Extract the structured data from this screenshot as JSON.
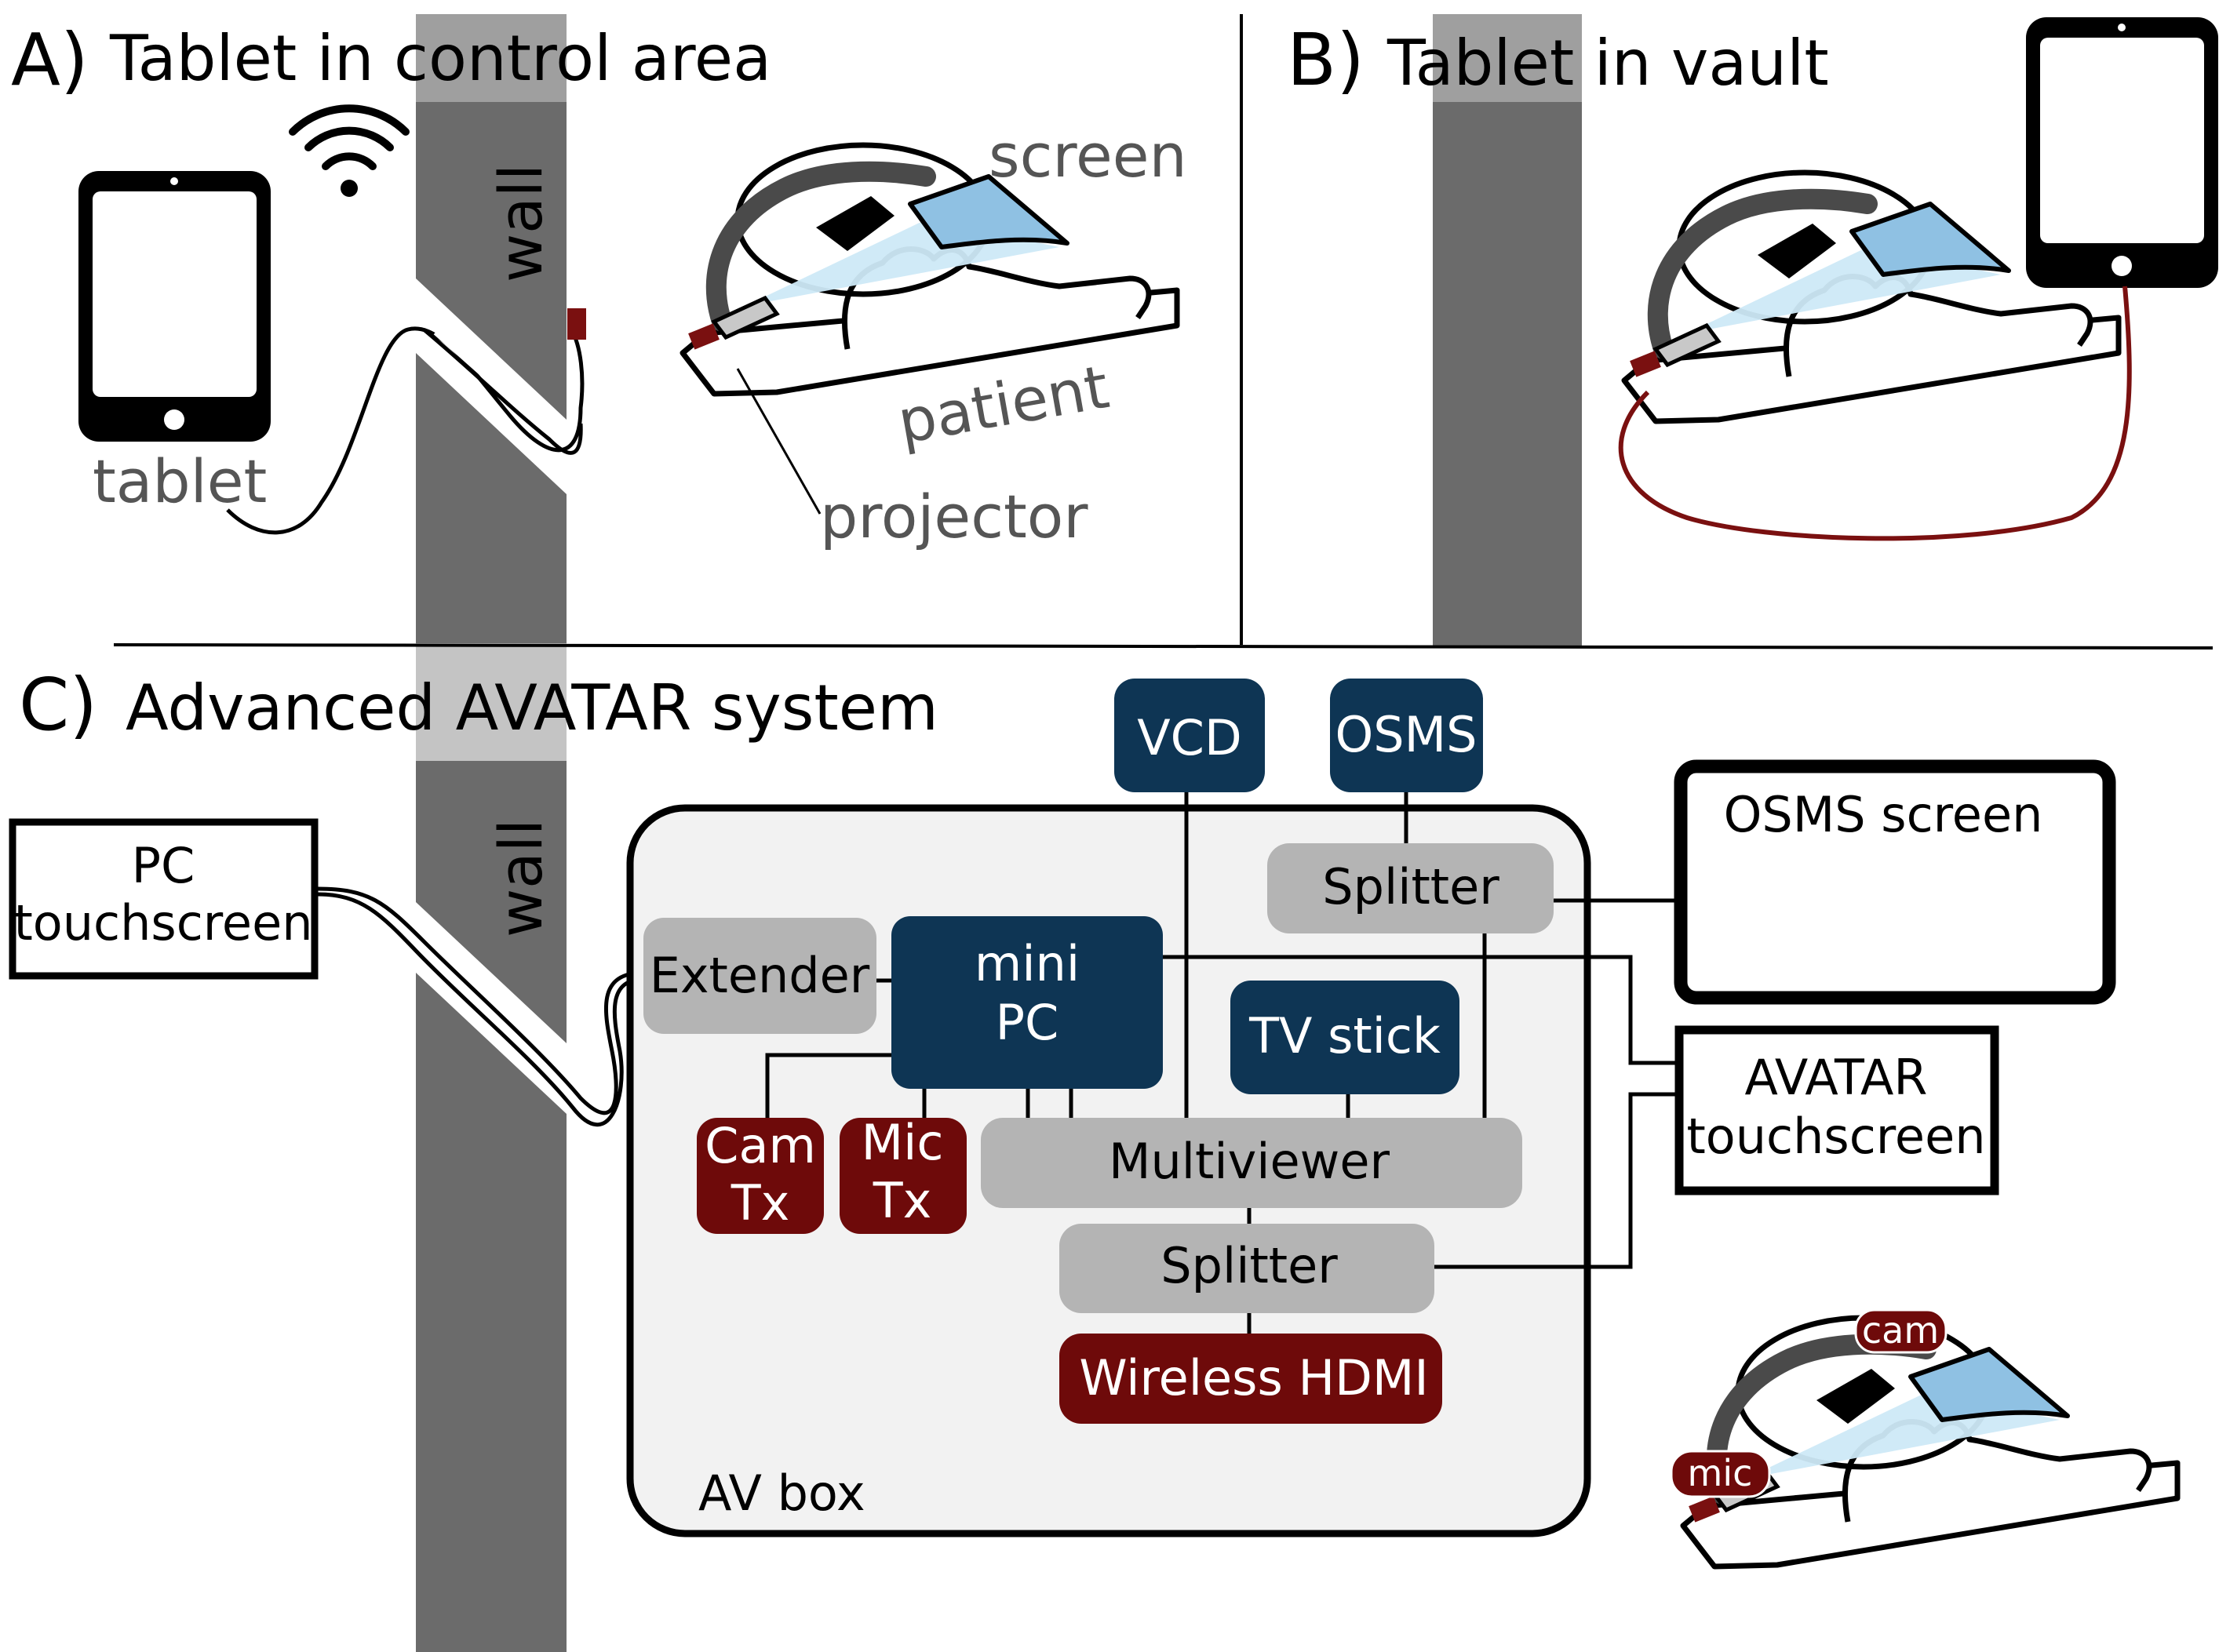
{
  "colors": {
    "navy": "#0e3554",
    "maroon": "#6e0a0a",
    "gray_box": "#b4b4b4",
    "wall": "#6b6b6b",
    "avbox_bg": "#f2f2f2",
    "screen_blue": "#8fc1e3",
    "beam_blue": "#cde9f7",
    "cable_red": "#7a1010"
  },
  "panel_a": {
    "letter": "A)",
    "title": "Tablet in control area",
    "wall_label": "wall",
    "tablet_label": "tablet",
    "screen_label": "screen",
    "patient_label": "patient",
    "projector_label": "projector",
    "icons": [
      "tablet-icon",
      "wifi-icon"
    ]
  },
  "panel_b": {
    "letter": "B)",
    "title": "Tablet in vault",
    "icons": [
      "tablet-icon"
    ]
  },
  "panel_c": {
    "letter": "C)",
    "title": "Advanced AVATAR system",
    "wall_label": "wall",
    "pc_touchscreen": [
      "PC",
      "touchscreen"
    ],
    "av_box_label": "AV box",
    "extender": "Extender",
    "mini_pc": [
      "mini",
      "PC"
    ],
    "cam_tx": [
      "Cam",
      "Tx"
    ],
    "mic_tx": [
      "Mic",
      "Tx"
    ],
    "multiviewer": "Multiviewer",
    "splitter_bottom": "Splitter",
    "splitter_top": "Splitter",
    "wireless_hdmi": "Wireless HDMI",
    "tv_stick": "TV stick",
    "vcd": "VCD",
    "osms": "OSMS",
    "osms_screen": "OSMS screen",
    "avatar_touchscreen": [
      "AVATAR",
      "touchscreen"
    ],
    "cam_badge": "cam",
    "mic_badge": "mic"
  }
}
